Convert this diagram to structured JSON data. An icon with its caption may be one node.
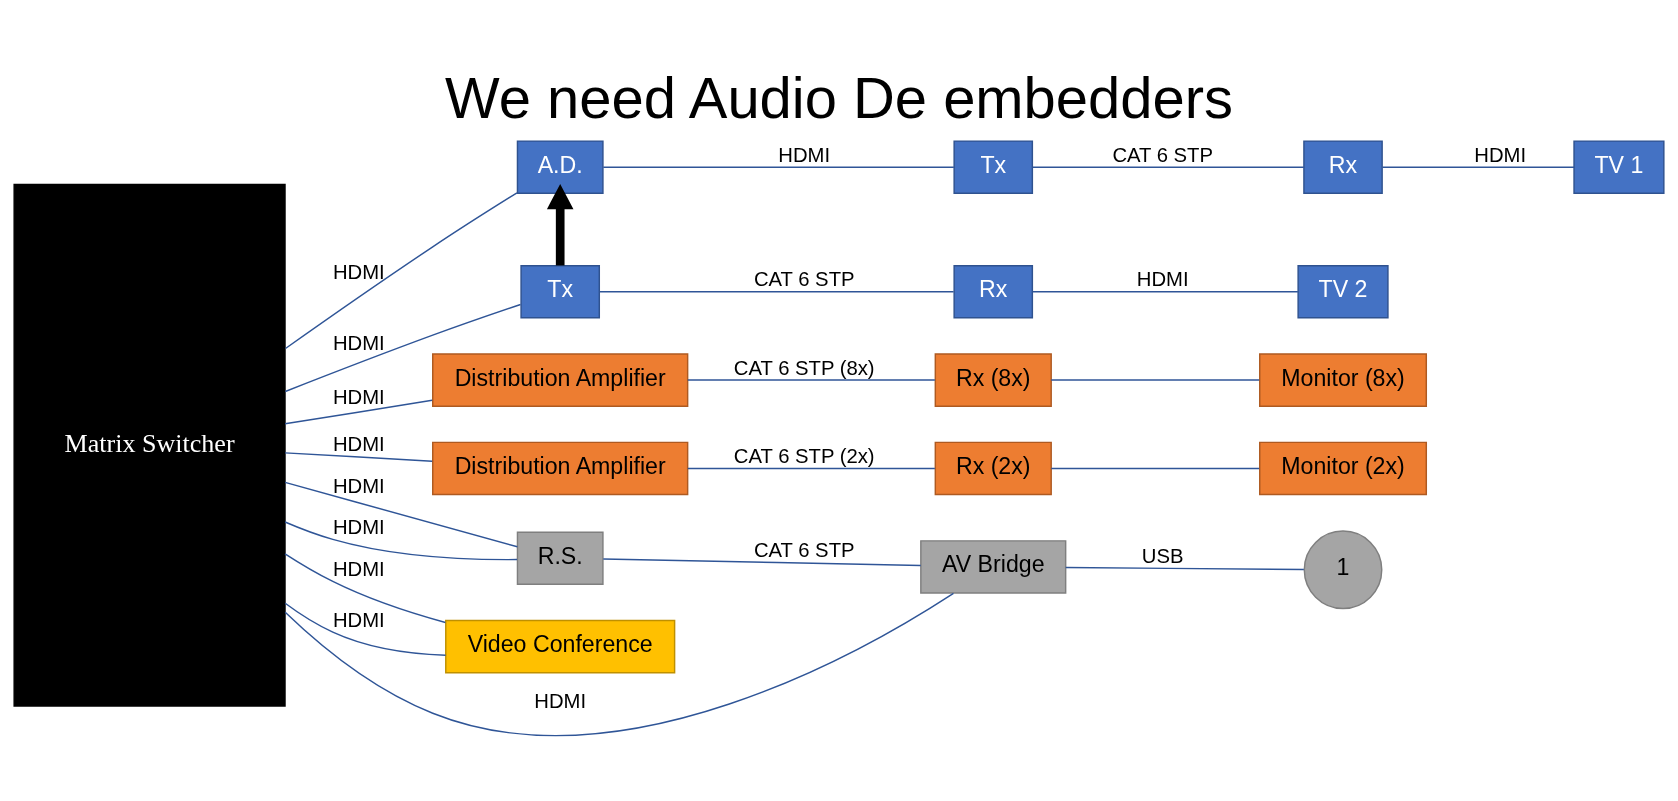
{
  "diagram": {
    "title": "We need Audio De embedders",
    "nodes": [
      {
        "text": [
          "Matrix Switcher"
        ]
      },
      {
        "text": [
          "A.D."
        ]
      },
      {
        "text": [
          "Tx"
        ]
      },
      {
        "text": [
          "Rx"
        ]
      },
      {
        "text": [
          "TV 1"
        ]
      },
      {
        "text": [
          "Tx"
        ]
      },
      {
        "text": [
          "Rx"
        ]
      },
      {
        "text": [
          "TV 2"
        ]
      },
      {
        "text": [
          "Distribution Amplifier"
        ]
      },
      {
        "text": [
          "Rx (8x)"
        ]
      },
      {
        "text": [
          "Monitor (8x)"
        ]
      },
      {
        "text": [
          "Distribution Amplifier"
        ]
      },
      {
        "text": [
          "Rx (2x)"
        ]
      },
      {
        "text": [
          "Monitor (2x)"
        ]
      },
      {
        "text": [
          "R.S."
        ]
      },
      {
        "text": [
          "AV Bridge"
        ]
      },
      {
        "text": [
          "1"
        ]
      },
      {
        "text": [
          "Video Conference"
        ]
      }
    ],
    "edges": [
      {
        "from": 0,
        "to": 1,
        "arrow": "none",
        "label": "HDMI"
      },
      {
        "from": 1,
        "to": 2,
        "arrow": "none",
        "label": "HDMI"
      },
      {
        "from": 2,
        "to": 3,
        "arrow": "none",
        "label": "CAT 6 STP"
      },
      {
        "from": 3,
        "to": 4,
        "arrow": "none",
        "label": "HDMI"
      },
      {
        "from": 0,
        "to": 5,
        "arrow": "none",
        "label": "HDMI"
      },
      {
        "from": 5,
        "to": 6,
        "arrow": "none",
        "label": "CAT 6 STP"
      },
      {
        "from": 6,
        "to": 7,
        "arrow": "none",
        "label": "HDMI"
      },
      {
        "from": 5,
        "to": 1,
        "arrow": "to",
        "style": "thick",
        "color": "#000000"
      },
      {
        "from": 0,
        "to": 8,
        "arrow": "none",
        "label": "HDMI"
      },
      {
        "from": 0,
        "to": 11,
        "arrow": "none",
        "label": "HDMI"
      },
      {
        "from": 8,
        "to": 9,
        "arrow": "none",
        "label": "CAT 6 STP (8x)"
      },
      {
        "from": 9,
        "to": 10,
        "arrow": "none"
      },
      {
        "from": 11,
        "to": 12,
        "arrow": "none",
        "label": "CAT 6 STP (2x)"
      },
      {
        "from": 12,
        "to": 13,
        "arrow": "none"
      },
      {
        "from": 0,
        "to": 14,
        "arrow": "none",
        "label": "HDMI"
      },
      {
        "from": 0,
        "to": 14,
        "arrow": "none",
        "label": "HDMI"
      },
      {
        "from": 14,
        "to": 15,
        "arrow": "none",
        "label": "CAT 6 STP"
      },
      {
        "from": 15,
        "to": 16,
        "arrow": "none",
        "label": "USB"
      },
      {
        "from": 0,
        "to": 17,
        "arrow": "none",
        "label": "HDMI"
      },
      {
        "from": 15,
        "to": 0,
        "arrow": "none",
        "label": "HDMI"
      },
      {
        "from": 17,
        "to": 0,
        "arrow": "none",
        "label": "HDMI"
      }
    ]
  }
}
